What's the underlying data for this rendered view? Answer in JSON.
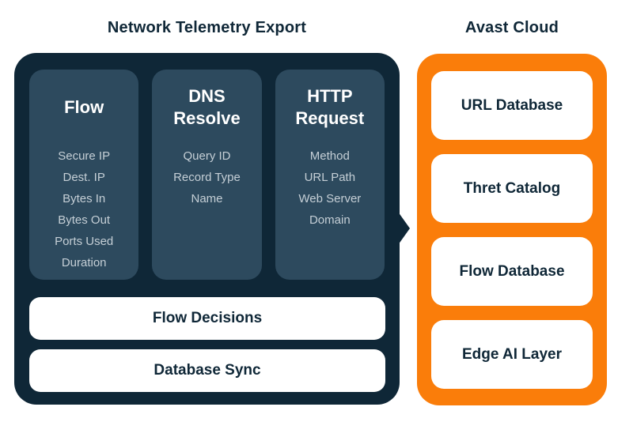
{
  "colors": {
    "dark_navy": "#0f2737",
    "slate": "#2d4a5e",
    "orange": "#fa7d0a",
    "white": "#ffffff",
    "muted_item_text": "#c5cfd6"
  },
  "telemetry": {
    "title": "Network Telemetry Export",
    "columns": [
      {
        "header": "Flow",
        "items": [
          "Secure IP",
          "Dest. IP",
          "Bytes In",
          "Bytes Out",
          "Ports Used",
          "Duration"
        ]
      },
      {
        "header": "DNS Resolve",
        "items": [
          "Query ID",
          "Record Type",
          "Name"
        ]
      },
      {
        "header": "HTTP Request",
        "items": [
          "Method",
          "URL Path",
          "Web Server Domain"
        ]
      }
    ],
    "bars": [
      {
        "label": "Flow Decisions"
      },
      {
        "label": "Database Sync"
      }
    ]
  },
  "cloud": {
    "title": "Avast Cloud",
    "cards": [
      {
        "label": "URL Database"
      },
      {
        "label": "Thret Catalog"
      },
      {
        "label": "Flow Database"
      },
      {
        "label": "Edge AI Layer"
      }
    ]
  }
}
